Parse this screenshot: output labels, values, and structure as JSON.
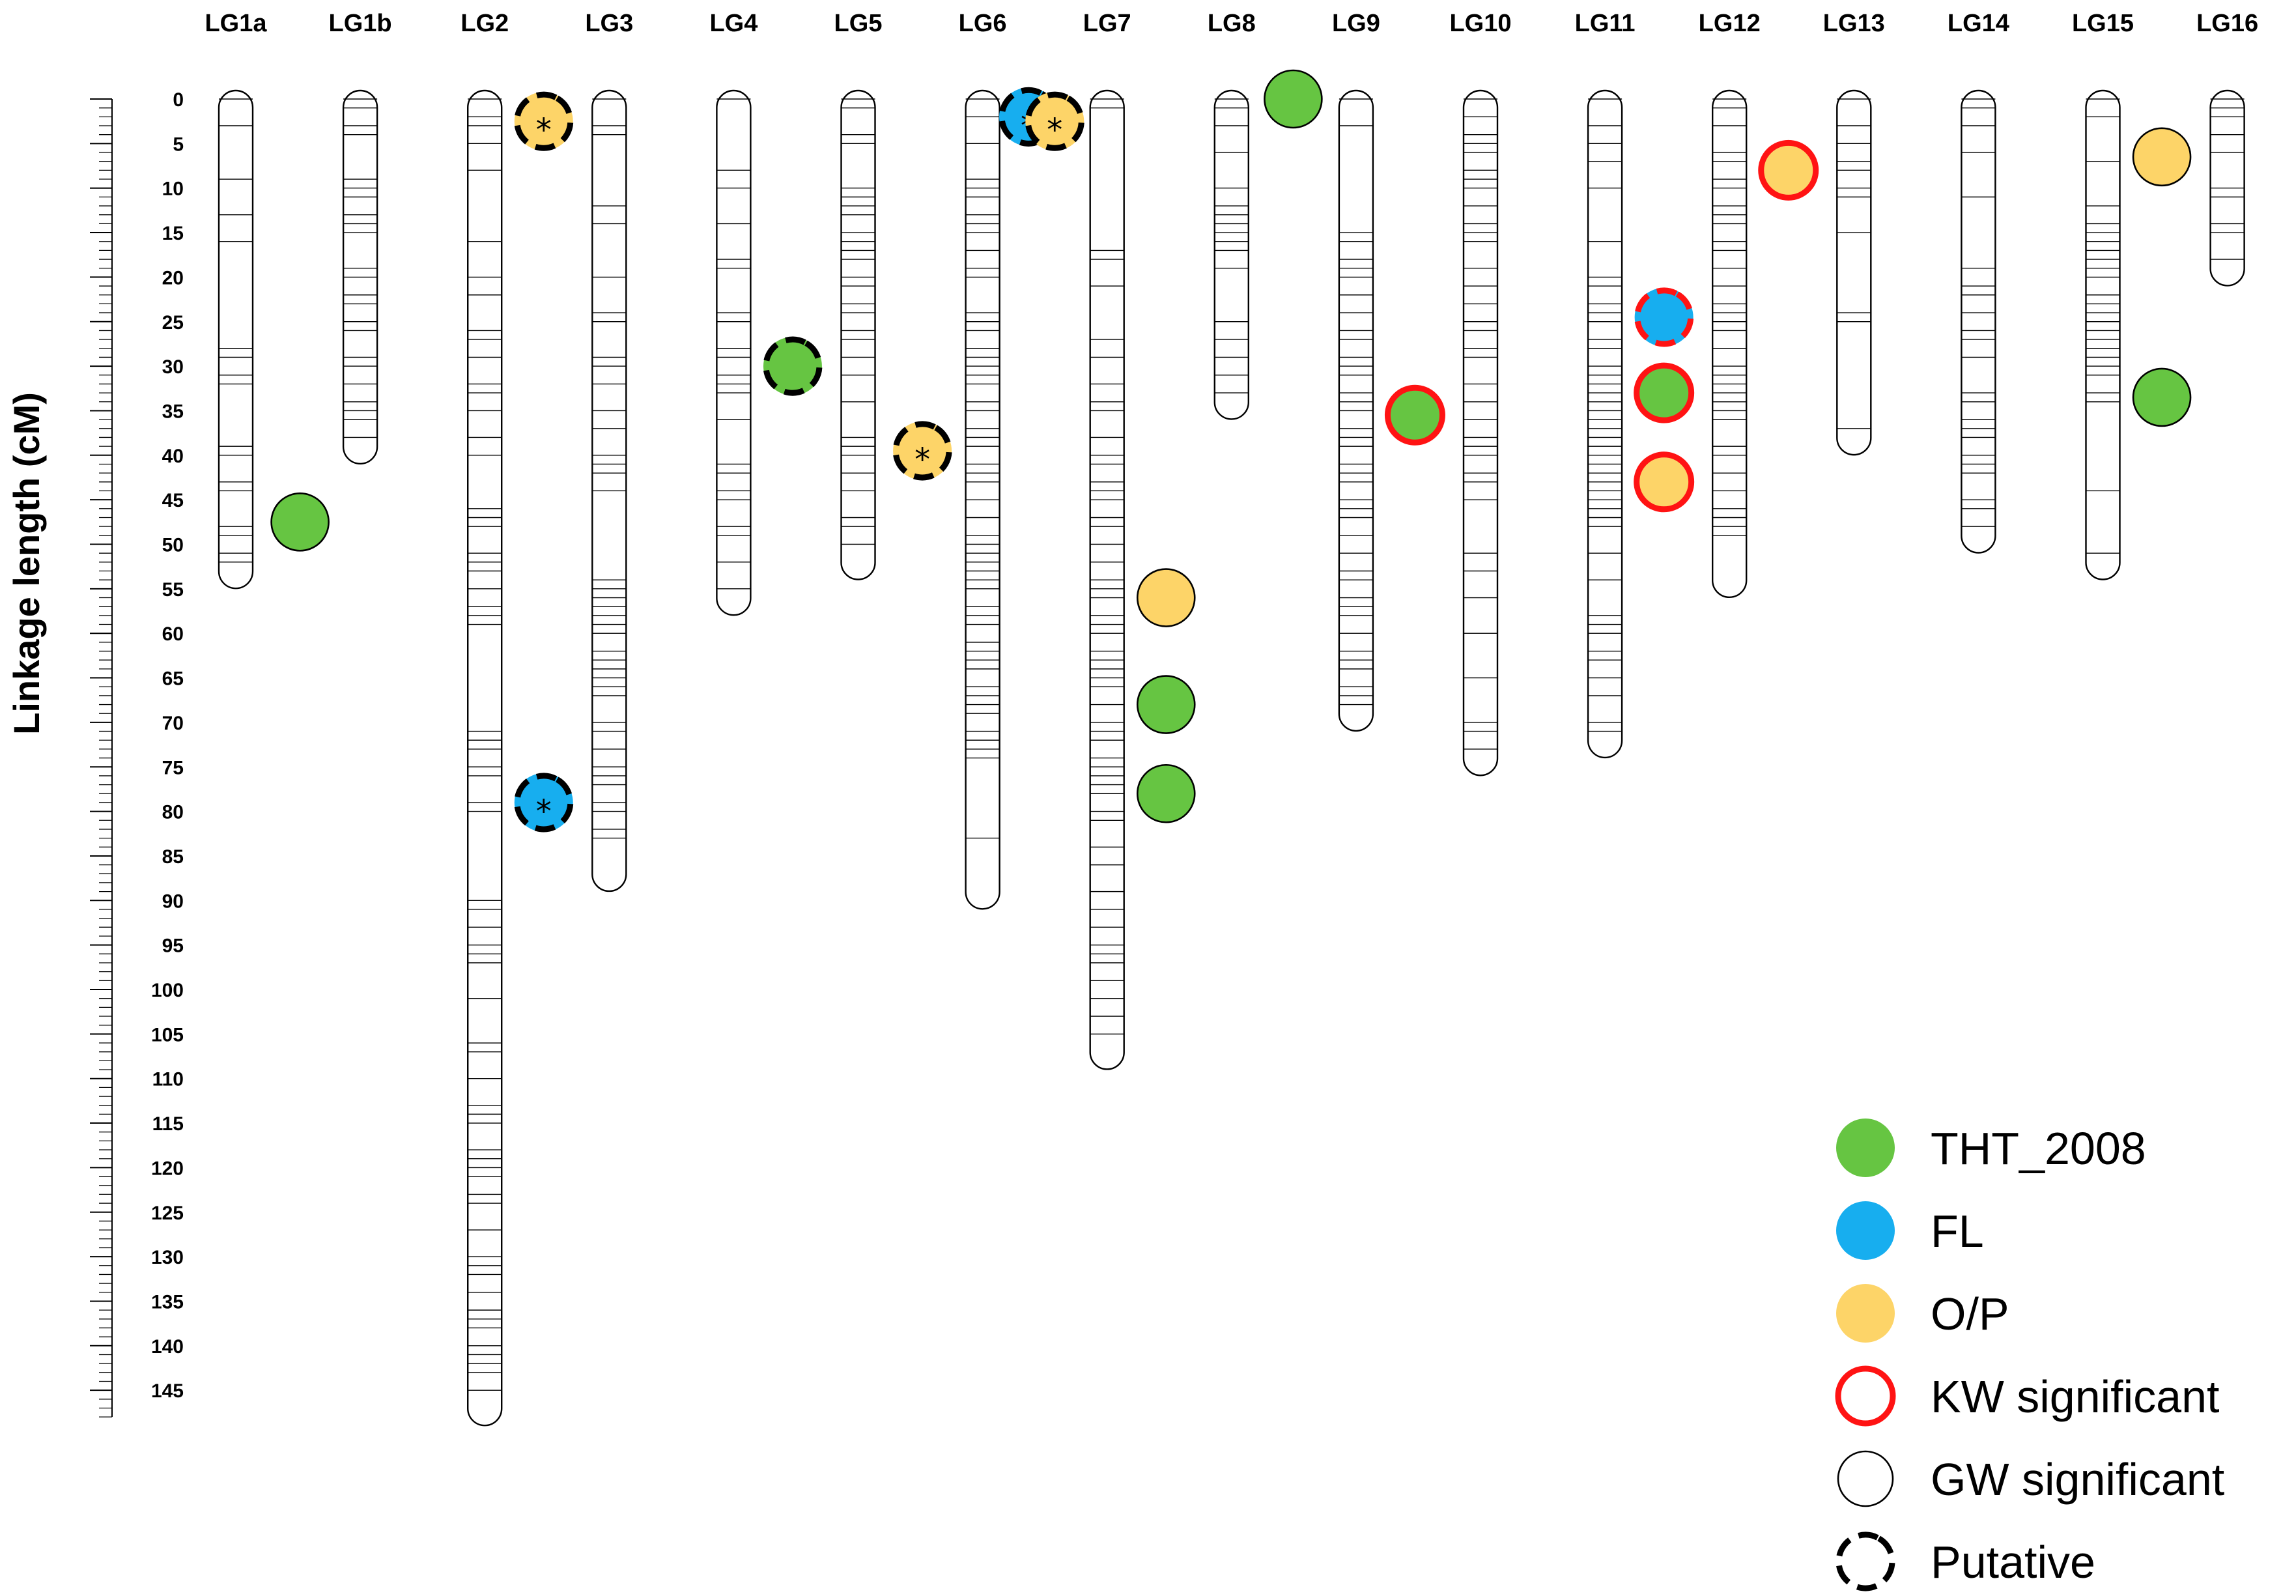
{
  "chart_data": {
    "type": "linkage-map",
    "ylabel": "Linkage length (cM)",
    "ylim": [
      0,
      150
    ],
    "y_ticks": [
      0,
      5,
      10,
      15,
      20,
      25,
      30,
      35,
      40,
      45,
      50,
      55,
      60,
      65,
      70,
      75,
      80,
      85,
      90,
      95,
      100,
      105,
      110,
      115,
      120,
      125,
      130,
      135,
      140,
      145
    ],
    "linkage_groups": [
      {
        "name": "LG1a",
        "length": 54,
        "markers": [
          0,
          3,
          9,
          13,
          16,
          28,
          29,
          31,
          32,
          39,
          40,
          43,
          44,
          48,
          49,
          51,
          52
        ]
      },
      {
        "name": "LG1b",
        "length": 40,
        "markers": [
          0,
          1,
          3,
          4,
          9,
          10,
          11,
          13,
          14,
          15,
          19,
          20,
          22,
          23,
          25,
          26,
          29,
          30,
          32,
          34,
          35,
          36,
          38
        ]
      },
      {
        "name": "LG2",
        "length": 148,
        "markers": [
          0,
          2,
          3,
          5,
          8,
          16,
          20,
          22,
          26,
          27,
          29,
          32,
          33,
          35,
          38,
          40,
          46,
          47,
          48,
          51,
          52,
          53,
          55,
          57,
          58,
          59,
          71,
          72,
          73,
          75,
          76,
          79,
          80,
          90,
          91,
          93,
          95,
          96,
          97,
          101,
          106,
          107,
          110,
          113,
          114,
          115,
          118,
          119,
          120,
          121,
          123,
          124,
          127,
          130,
          131,
          132,
          134,
          136,
          137,
          138,
          140,
          141,
          142,
          143,
          145
        ]
      },
      {
        "name": "LG3",
        "length": 88,
        "markers": [
          0,
          3,
          4,
          12,
          14,
          20,
          24,
          25,
          29,
          30,
          32,
          35,
          37,
          40,
          41,
          42,
          44,
          54,
          55,
          56,
          57,
          58,
          59,
          60,
          62,
          63,
          64,
          65,
          66,
          67,
          70,
          71,
          73,
          75,
          76,
          77,
          79,
          80,
          82,
          83
        ]
      },
      {
        "name": "LG4",
        "length": 57,
        "markers": [
          0,
          8,
          10,
          14,
          18,
          19,
          24,
          25,
          28,
          29,
          31,
          32,
          33,
          36,
          41,
          42,
          44,
          45,
          48,
          49,
          52,
          55
        ]
      },
      {
        "name": "LG5",
        "length": 53,
        "markers": [
          0,
          1,
          4,
          5,
          10,
          11,
          12,
          13,
          15,
          16,
          17,
          18,
          20,
          21,
          23,
          24,
          26,
          27,
          29,
          31,
          34,
          38,
          39,
          40,
          42,
          44,
          47,
          48,
          50
        ]
      },
      {
        "name": "LG6",
        "length": 90,
        "markers": [
          0,
          2,
          5,
          9,
          10,
          11,
          13,
          14,
          15,
          17,
          19,
          20,
          24,
          25,
          26,
          28,
          29,
          30,
          31,
          32,
          34,
          35,
          37,
          38,
          39,
          41,
          42,
          43,
          45,
          47,
          49,
          50,
          51,
          52,
          53,
          54,
          55,
          57,
          58,
          59,
          61,
          62,
          63,
          64,
          66,
          67,
          68,
          69,
          71,
          72,
          73,
          74,
          83
        ]
      },
      {
        "name": "LG7",
        "length": 108,
        "markers": [
          0,
          1,
          17,
          18,
          21,
          27,
          29,
          32,
          34,
          35,
          38,
          40,
          41,
          43,
          44,
          45,
          47,
          48,
          50,
          52,
          54,
          55,
          56,
          58,
          59,
          60,
          62,
          63,
          64,
          65,
          66,
          68,
          70,
          71,
          72,
          74,
          75,
          76,
          77,
          78,
          80,
          81,
          84,
          86,
          89,
          91,
          93,
          95,
          96,
          97,
          99,
          101,
          103,
          105
        ]
      },
      {
        "name": "LG8",
        "length": 35,
        "markers": [
          0,
          1,
          3,
          6,
          10,
          12,
          13,
          14,
          15,
          16,
          17,
          19,
          25,
          27,
          29,
          31,
          33
        ]
      },
      {
        "name": "LG9",
        "length": 70,
        "markers": [
          0,
          3,
          15,
          16,
          18,
          19,
          20,
          22,
          24,
          26,
          27,
          29,
          30,
          31,
          33,
          34,
          35,
          37,
          38,
          39,
          41,
          42,
          43,
          45,
          46,
          47,
          49,
          51,
          53,
          54,
          56,
          57,
          58,
          60,
          62,
          63,
          64,
          66,
          67,
          68
        ]
      },
      {
        "name": "LG10",
        "length": 75,
        "markers": [
          0,
          2,
          4,
          5,
          6,
          8,
          9,
          10,
          12,
          14,
          15,
          16,
          19,
          21,
          23,
          25,
          26,
          28,
          29,
          32,
          34,
          36,
          38,
          39,
          40,
          42,
          43,
          45,
          51,
          53,
          56,
          60,
          65,
          70,
          71,
          73
        ]
      },
      {
        "name": "LG11",
        "length": 73,
        "markers": [
          0,
          3,
          5,
          7,
          10,
          16,
          20,
          21,
          23,
          24,
          25,
          27,
          28,
          30,
          31,
          32,
          33,
          34,
          35,
          36,
          37,
          38,
          39,
          40,
          41,
          42,
          43,
          44,
          45,
          46,
          47,
          48,
          51,
          54,
          58,
          59,
          60,
          62,
          63,
          65,
          67,
          70,
          71
        ]
      },
      {
        "name": "LG12",
        "length": 55,
        "markers": [
          0,
          1,
          3,
          6,
          7,
          9,
          10,
          12,
          13,
          14,
          16,
          17,
          19,
          21,
          23,
          24,
          25,
          26,
          28,
          30,
          31,
          32,
          33,
          34,
          35,
          36,
          39,
          40,
          42,
          44,
          46,
          47,
          48,
          49
        ]
      },
      {
        "name": "LG13",
        "length": 39,
        "markers": [
          0,
          3,
          5,
          7,
          8,
          10,
          11,
          15,
          24,
          25,
          37
        ]
      },
      {
        "name": "LG14",
        "length": 50,
        "markers": [
          0,
          1,
          3,
          6,
          11,
          19,
          21,
          22,
          24,
          26,
          27,
          29,
          33,
          34,
          36,
          37,
          38,
          40,
          41,
          42,
          45,
          46,
          48
        ]
      },
      {
        "name": "LG15",
        "length": 53,
        "markers": [
          0,
          2,
          7,
          12,
          14,
          15,
          16,
          17,
          18,
          19,
          20,
          22,
          23,
          24,
          25,
          26,
          27,
          28,
          29,
          30,
          31,
          33,
          34,
          44,
          51
        ]
      },
      {
        "name": "LG16",
        "length": 20,
        "markers": [
          0,
          1,
          2,
          4,
          6,
          10,
          11,
          14,
          15,
          18
        ]
      }
    ],
    "qtl": [
      {
        "lg": "LG1a",
        "pos": 47.5,
        "trait": "THT_2008",
        "significance": "GW",
        "star": false,
        "dx": 1.1
      },
      {
        "lg": "LG2",
        "pos": 2.5,
        "trait": "O/P",
        "significance": "Putative",
        "star": true,
        "dx": 1.0
      },
      {
        "lg": "LG2",
        "pos": 79,
        "trait": "FL",
        "significance": "Putative",
        "star": true,
        "dx": 1.0
      },
      {
        "lg": "LG4",
        "pos": 30,
        "trait": "THT_2008",
        "significance": "Putative",
        "star": false,
        "dx": 1.0
      },
      {
        "lg": "LG5",
        "pos": 39.5,
        "trait": "O/P",
        "significance": "Putative",
        "star": true,
        "dx": 1.1
      },
      {
        "lg": "LG6",
        "pos": 2,
        "trait": "FL",
        "significance": "Putative",
        "star": true,
        "dx": 0.75
      },
      {
        "lg": "LG6",
        "pos": 2.5,
        "trait": "O/P",
        "significance": "Putative",
        "star": true,
        "dx": 1.25
      },
      {
        "lg": "LG7",
        "pos": 56,
        "trait": "O/P",
        "significance": "GW",
        "star": false,
        "dx": 1.0
      },
      {
        "lg": "LG7",
        "pos": 68,
        "trait": "THT_2008",
        "significance": "GW",
        "star": false,
        "dx": 1.0
      },
      {
        "lg": "LG7",
        "pos": 78,
        "trait": "THT_2008",
        "significance": "GW",
        "star": false,
        "dx": 1.0
      },
      {
        "lg": "LG8",
        "pos": 0,
        "trait": "THT_2008",
        "significance": "GW",
        "star": false,
        "dx": 1.05
      },
      {
        "lg": "LG9",
        "pos": 35.5,
        "trait": "THT_2008",
        "significance": "KW",
        "star": false,
        "dx": 1.0
      },
      {
        "lg": "LG11",
        "pos": 24.5,
        "trait": "FL",
        "significance": "KW-Putative",
        "star": false,
        "dx": 1.0
      },
      {
        "lg": "LG11",
        "pos": 33,
        "trait": "THT_2008",
        "significance": "KW",
        "star": false,
        "dx": 1.0
      },
      {
        "lg": "LG11",
        "pos": 43,
        "trait": "O/P",
        "significance": "KW",
        "star": false,
        "dx": 1.0
      },
      {
        "lg": "LG12",
        "pos": 8,
        "trait": "O/P",
        "significance": "KW",
        "star": false,
        "dx": 1.0
      },
      {
        "lg": "LG15",
        "pos": 6.5,
        "trait": "O/P",
        "significance": "GW",
        "star": false,
        "dx": 1.0
      },
      {
        "lg": "LG15",
        "pos": 33.5,
        "trait": "THT_2008",
        "significance": "GW",
        "star": false,
        "dx": 1.0
      }
    ],
    "trait_colors": {
      "THT_2008": "#66c542",
      "FL": "#17aeef",
      "O/P": "#fdd468"
    },
    "significance_colors": {
      "KW": "#ff1313",
      "GW": "#000000",
      "Putative": "#000000"
    },
    "legend": [
      {
        "label": "THT_2008",
        "kind": "fill",
        "color": "#66c542"
      },
      {
        "label": "FL",
        "kind": "fill",
        "color": "#17aeef"
      },
      {
        "label": "O/P",
        "kind": "fill",
        "color": "#fdd468"
      },
      {
        "label": "KW significant",
        "kind": "ring",
        "color": "#ff1313"
      },
      {
        "label": "GW significant",
        "kind": "ring",
        "color": "#000000"
      },
      {
        "label": "Putative",
        "kind": "dashed",
        "color": "#000000"
      }
    ],
    "star_symbol": "*",
    "legend_position": "bottom-right"
  }
}
